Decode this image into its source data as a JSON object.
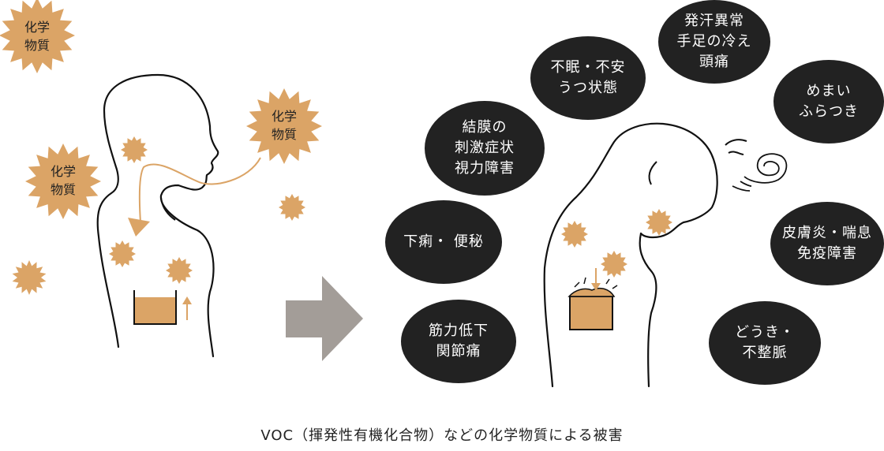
{
  "bursts": [
    {
      "line1": "化学",
      "line2": "物質"
    },
    {
      "line1": "化学",
      "line2": "物質"
    },
    {
      "line1": "化学",
      "line2": "物質"
    }
  ],
  "symptoms": [
    {
      "lines": [
        "発汗異常",
        "手足の冷え",
        "頭痛"
      ]
    },
    {
      "lines": [
        "不眠・不安",
        "うつ状態"
      ]
    },
    {
      "lines": [
        "めまい",
        "ふらつき"
      ]
    },
    {
      "lines": [
        "結膜の",
        "刺激症状",
        "視力障害"
      ]
    },
    {
      "lines": [
        "下痢・ 便秘"
      ]
    },
    {
      "lines": [
        "皮膚炎・喘息",
        "免疫障害"
      ]
    },
    {
      "lines": [
        "筋力低下",
        "関節痛"
      ]
    },
    {
      "lines": [
        "どうき・",
        "不整脈"
      ]
    }
  ],
  "caption": "VOC（揮発性有機化合物）などの化学物質による被害",
  "colors": {
    "burst": "#DBA466",
    "bubble": "#222222",
    "arrow": "#A39D98",
    "line": "#111111"
  }
}
